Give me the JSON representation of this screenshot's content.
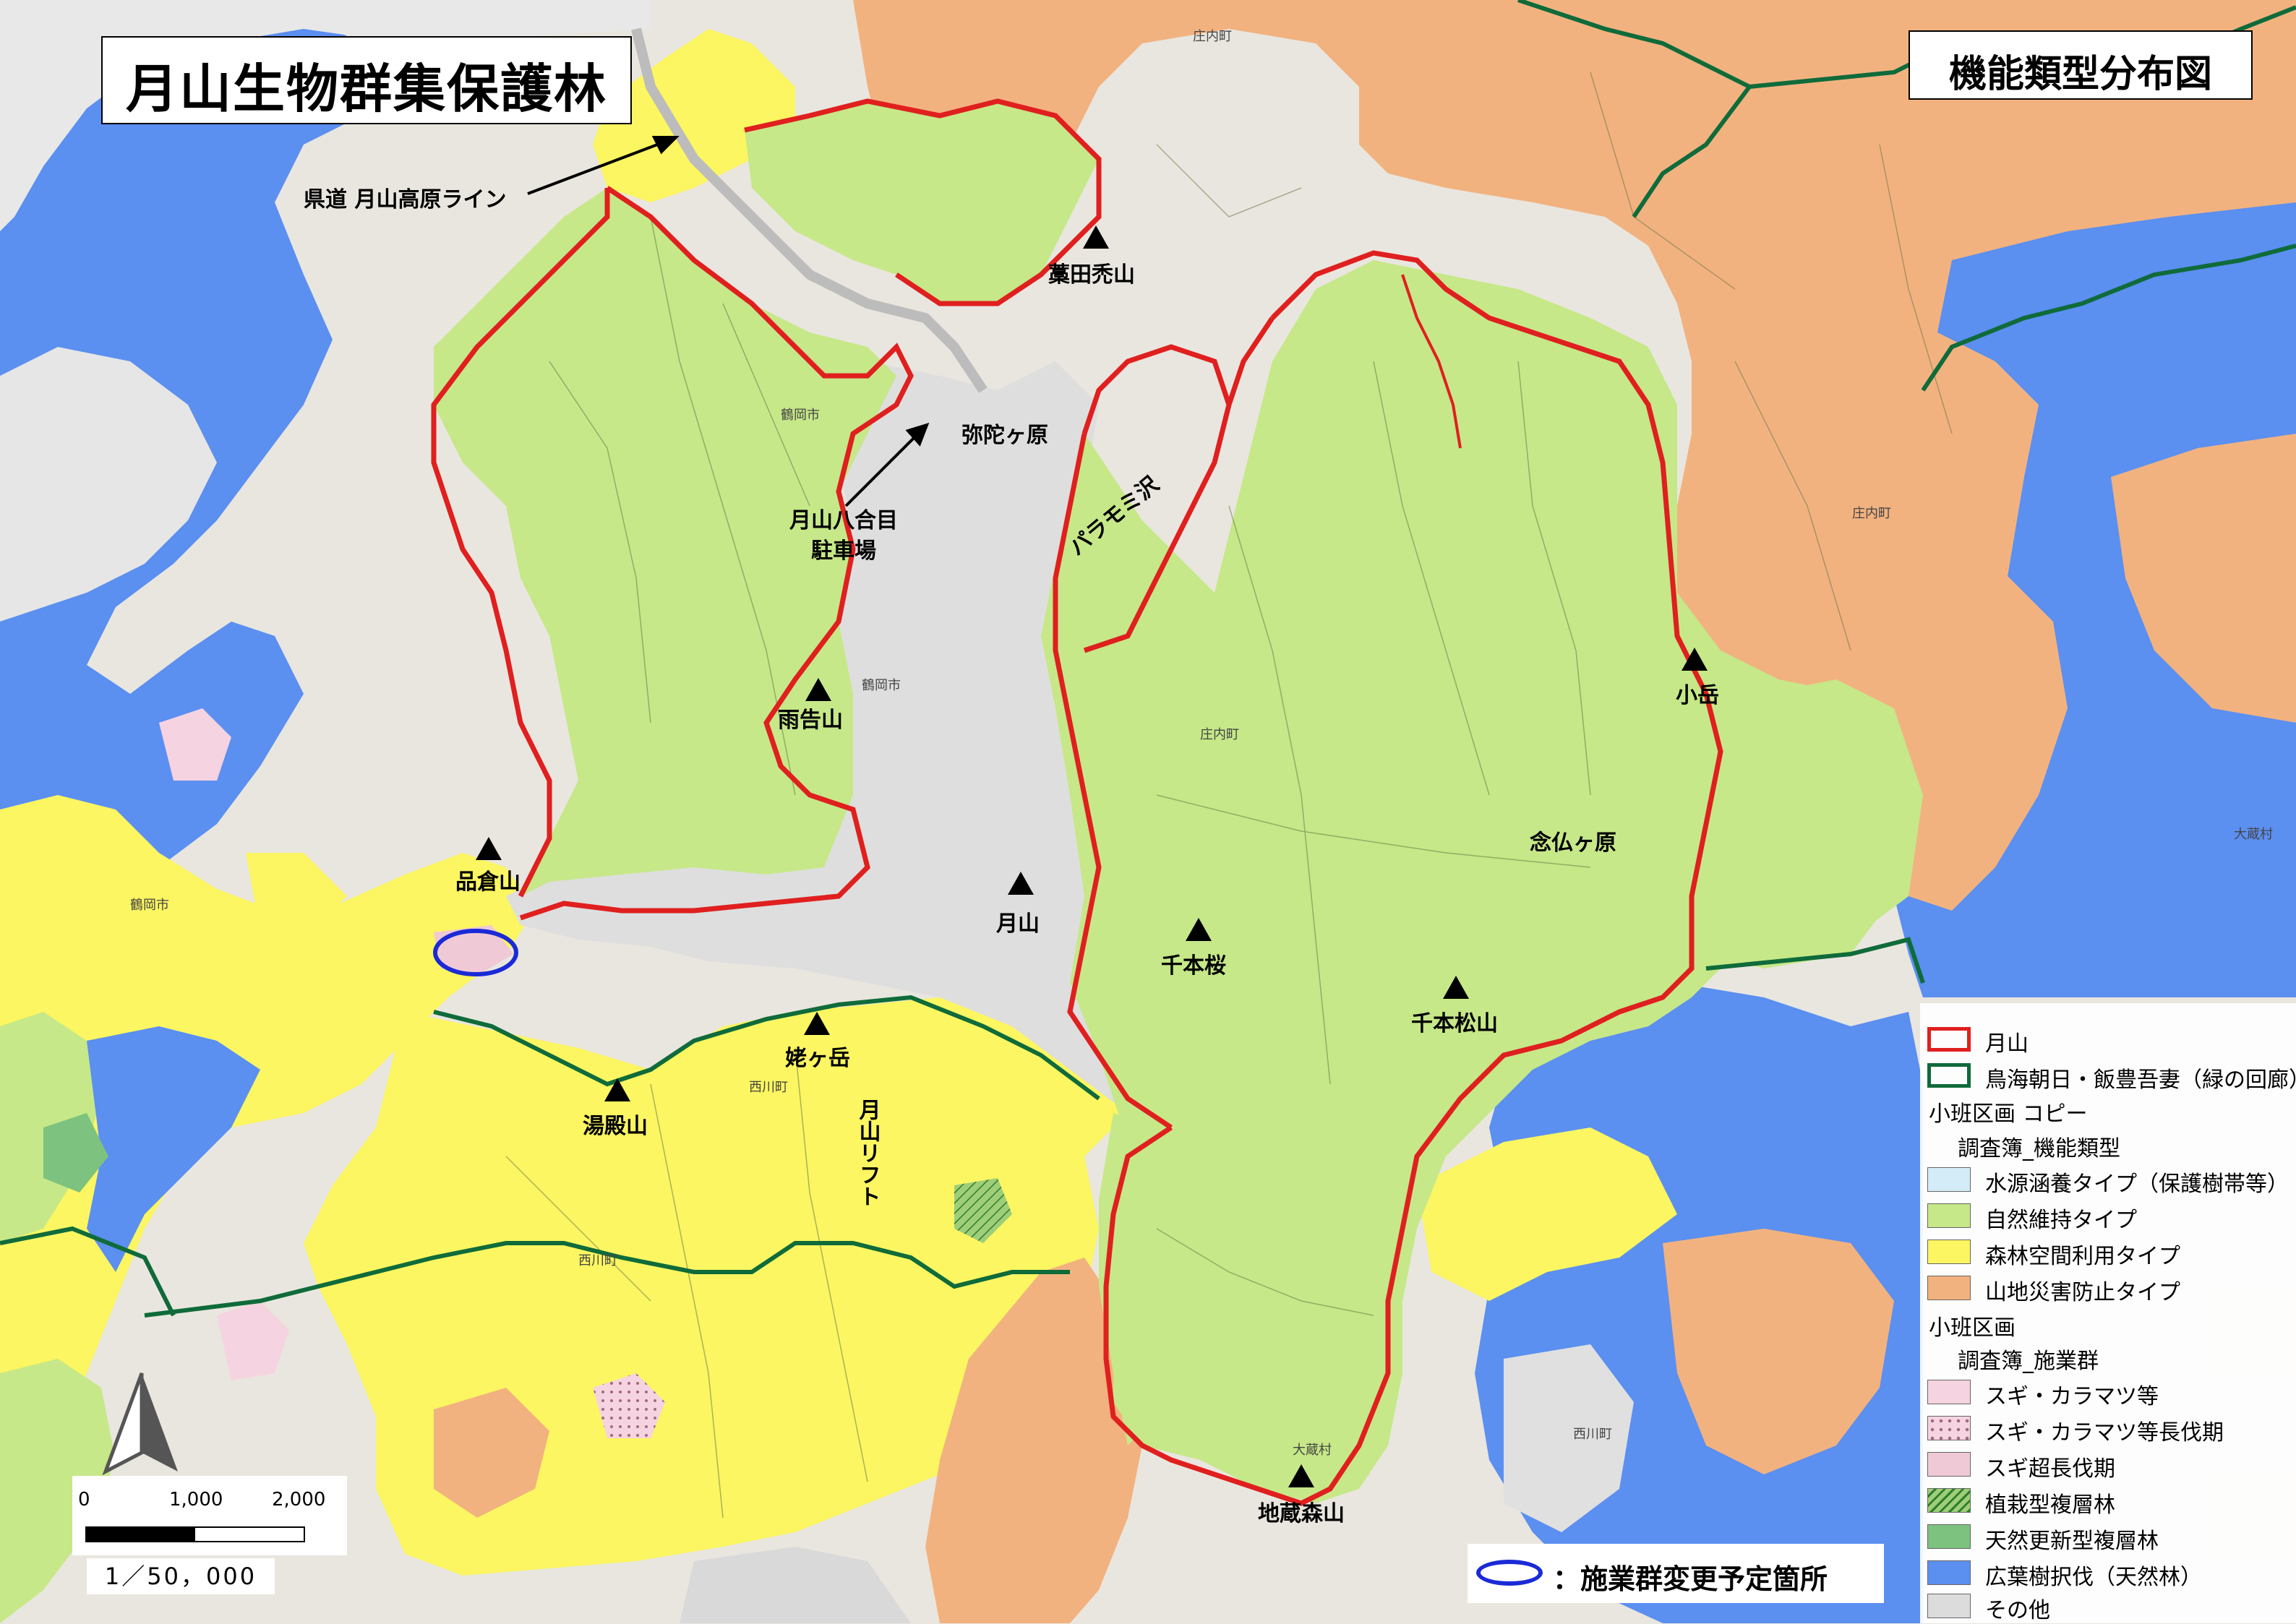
{
  "title": "月山生物群集保護林",
  "subtitle": "機能類型分布図",
  "peaks": [
    {
      "name": "藁田禿山"
    },
    {
      "name": "雨告山"
    },
    {
      "name": "品倉山"
    },
    {
      "name": "月山"
    },
    {
      "name": "千本桜"
    },
    {
      "name": "姥ヶ岳"
    },
    {
      "name": "湯殿山"
    },
    {
      "name": "千本松山"
    },
    {
      "name": "小岳"
    },
    {
      "name": "地蔵森山"
    }
  ],
  "places": {
    "midagahara": "弥陀ヶ原",
    "nenbutsugahara": "念仏ヶ原",
    "paramomisawa": "パラモミ沢",
    "road": "県道 月山高原ライン",
    "parking_line1": "月山八合目",
    "parking_line2": "駐車場",
    "lift": "月山リフト"
  },
  "municipalities": {
    "shonai_top": "庄内町",
    "shonai_right": "庄内町",
    "shonai_center": "庄内町",
    "tsuruoka_top": "鶴岡市",
    "tsuruoka_center": "鶴岡市",
    "tsuruoka_left": "鶴岡市",
    "nishikawa": "西川町",
    "nishikawa_low": "西川町",
    "nishikawa_right": "西川町",
    "okura": "大蔵村",
    "okura_right": "大蔵村"
  },
  "legend": {
    "gassan": "月山",
    "corridor": "鳥海朝日・飯豊吾妻（緑の回廊）",
    "head1": "小班区画 コピー",
    "sub1": "調査簿_機能類型",
    "items1": [
      {
        "label": "水源涵養タイプ（保護樹帯等）",
        "color": "#d4ecf8"
      },
      {
        "label": "自然維持タイプ",
        "color": "#c6e888"
      },
      {
        "label": "森林空間利用タイプ",
        "color": "#fbf661"
      },
      {
        "label": "山地災害防止タイプ",
        "color": "#f2b27f"
      }
    ],
    "head2": "小班区画",
    "sub2": "調査簿_施業群",
    "items2": [
      {
        "label": "スギ・カラマツ等",
        "color": "#f6d3e0"
      },
      {
        "label": "スギ・カラマツ等長伐期",
        "color": "#f6d3e0"
      },
      {
        "label": "スギ超長伐期",
        "color": "#efc9d6"
      },
      {
        "label": "植栽型複層林",
        "color": "#9fce78"
      },
      {
        "label": "天然更新型複層林",
        "color": "#7dc27e"
      },
      {
        "label": "広葉樹択伐（天然林）",
        "color": "#5b8ff0"
      },
      {
        "label": "その他",
        "color": "#dcdcdc"
      }
    ]
  },
  "change_note": "：施業群変更予定箇所",
  "scale": {
    "ticks": [
      "0",
      "1,000",
      "2,000"
    ],
    "ratio": "1／50，000"
  },
  "colors": {
    "boundary_red": "#e01f1f",
    "corridor_green": "#0f6b3a",
    "natural": "#c6e888",
    "recreation": "#fbf661",
    "disaster": "#f2b27f",
    "broadleaf": "#5b8ff0",
    "other": "#dcdcdc"
  }
}
